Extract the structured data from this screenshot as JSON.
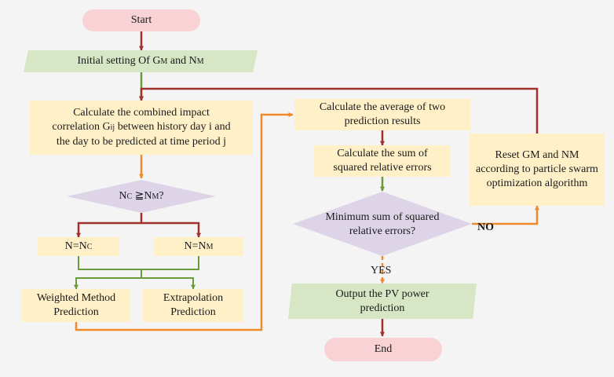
{
  "colors": {
    "arrow_red": "#a0322d",
    "arrow_green": "#6a9a3a",
    "arrow_orange": "#ef8a2a",
    "terminal_fill": "#f9d2d5",
    "process_fill": "#fff0c8",
    "io_fill": "#d7e6c4",
    "decision_fill": "#ddd4e8"
  },
  "nodes": {
    "start": "Start",
    "initial_setting": {
      "prefix": "Initial setting Of G",
      "sub1": "M",
      "mid": " and N",
      "sub2": "M"
    },
    "calc_combined": {
      "line1": "Calculate the combined impact",
      "line2_a": "correlation G",
      "line2_sub": "ij",
      "line2_b": " between history day i and",
      "line3": "the day to be predicted at time period j"
    },
    "decision_nc": {
      "a": "N",
      "sub1": "C",
      "mid": " ≧N",
      "sub2": "M",
      "end": "?"
    },
    "n_nc": {
      "a": "N=N",
      "sub": "C"
    },
    "n_nm": {
      "a": "N=N",
      "sub": "M"
    },
    "weighted": {
      "line1": "Weighted Method",
      "line2": "Prediction"
    },
    "extrapolation": {
      "line1": "Extrapolation",
      "line2": "Prediction"
    },
    "calc_average": {
      "line1": "Calculate the average of two",
      "line2": "prediction results"
    },
    "calc_sum": {
      "line1": "Calculate the sum of",
      "line2": "squared relative errors"
    },
    "decision_min": {
      "line1": "Minimum sum of squared",
      "line2": "relative errors?"
    },
    "reset": {
      "line1": "Reset GM and NM",
      "line2": "according to particle swarm",
      "line3": "optimization algorithm"
    },
    "output": {
      "line1": "Output the PV power",
      "line2": "prediction"
    },
    "end": "End"
  },
  "labels": {
    "no": "NO",
    "yes": "YES"
  }
}
